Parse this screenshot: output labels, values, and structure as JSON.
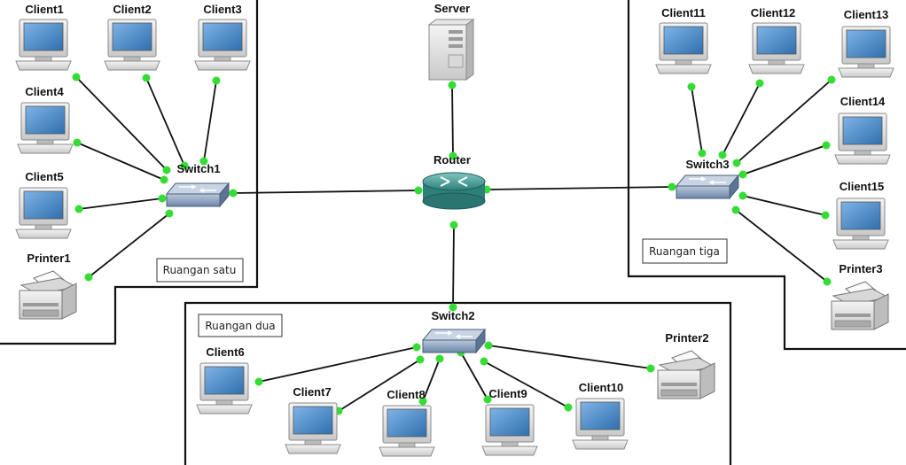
{
  "rooms": {
    "satu": "Ruangan satu",
    "dua": "Ruangan dua",
    "tiga": "Ruangan tiga"
  },
  "devices": {
    "server": "Server",
    "router": "Router",
    "switch1": "Switch1",
    "switch2": "Switch2",
    "switch3": "Switch3",
    "client1": "Client1",
    "client2": "Client2",
    "client3": "Client3",
    "client4": "Client4",
    "client5": "Client5",
    "client6": "Client6",
    "client7": "Client7",
    "client8": "Client8",
    "client9": "Client9",
    "client10": "Client10",
    "client11": "Client11",
    "client12": "Client12",
    "client13": "Client13",
    "client14": "Client14",
    "client15": "Client15",
    "printer1": "Printer1",
    "printer2": "Printer2",
    "printer3": "Printer3"
  },
  "colors": {
    "link": "#111111",
    "port": "#33dd33",
    "border": "#111111",
    "router": "#3f9a95",
    "switch": "#8fa6c4",
    "screen": "#4b8bc8"
  }
}
